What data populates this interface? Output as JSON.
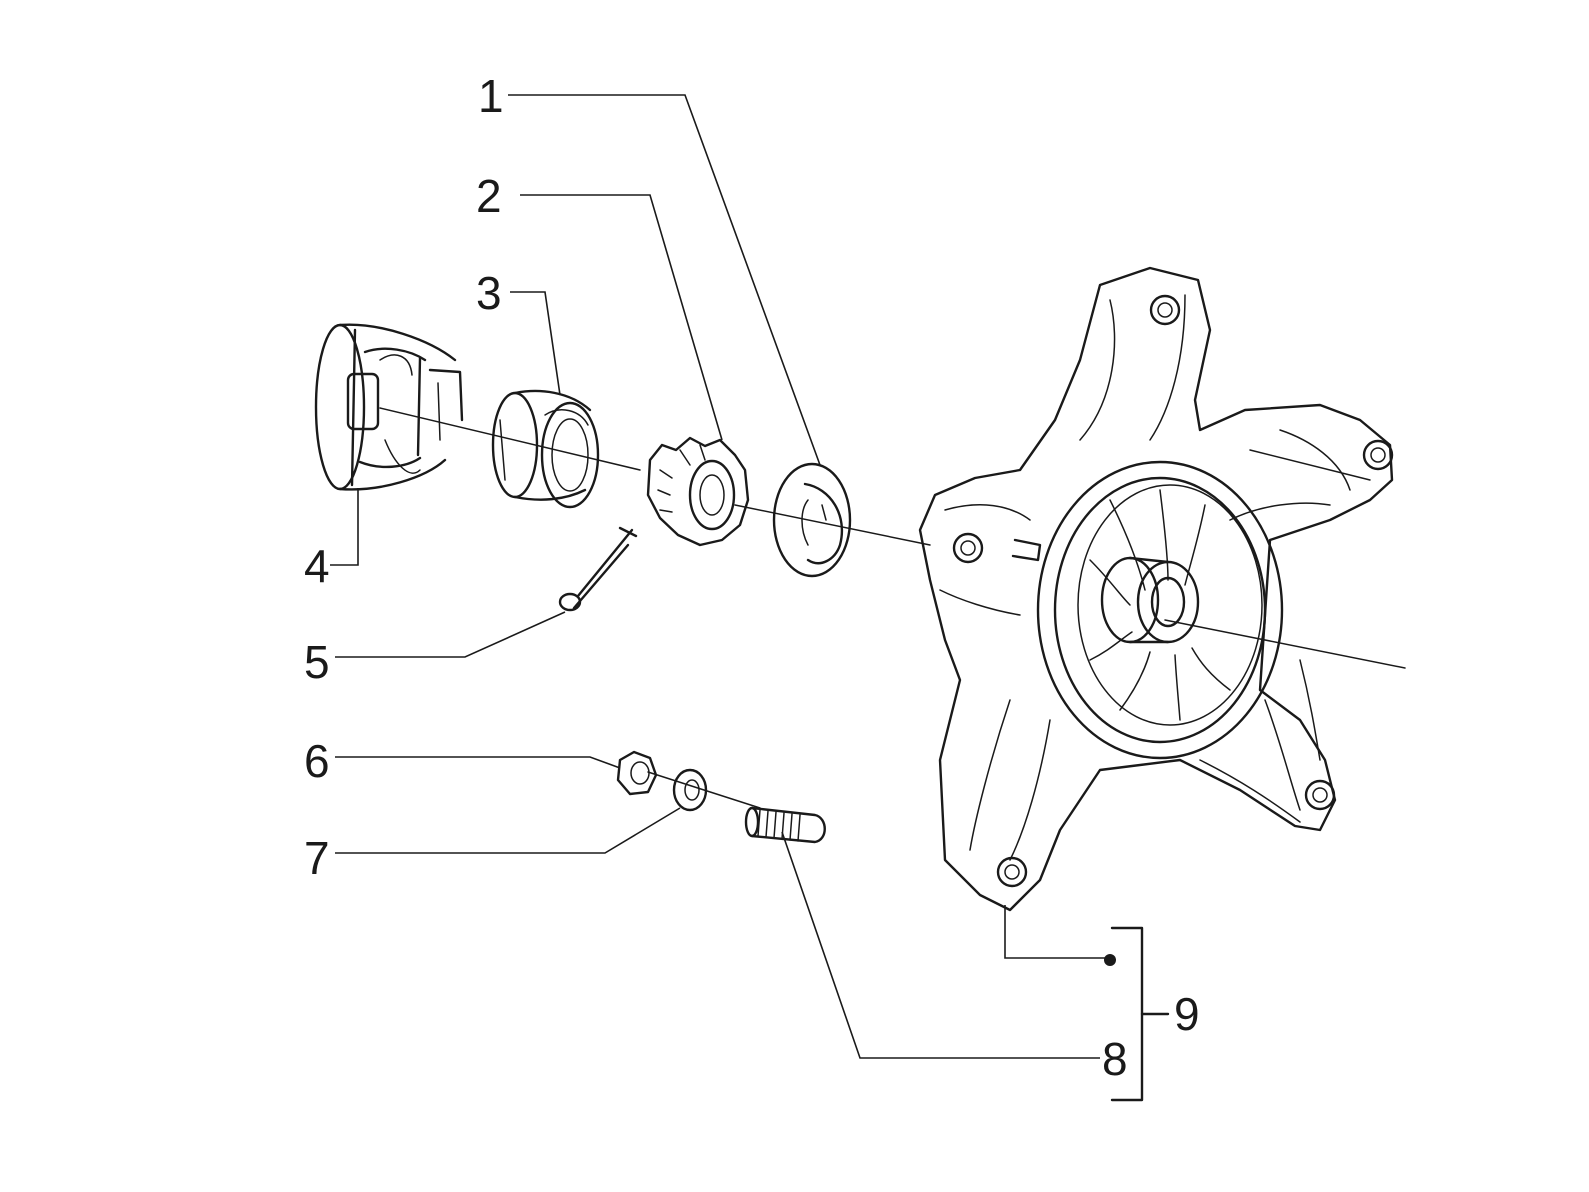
{
  "callouts": [
    {
      "id": "1",
      "text": "1"
    },
    {
      "id": "2",
      "text": "2"
    },
    {
      "id": "3",
      "text": "3"
    },
    {
      "id": "4",
      "text": "4"
    },
    {
      "id": "5",
      "text": "5"
    },
    {
      "id": "6",
      "text": "6"
    },
    {
      "id": "7",
      "text": "7"
    },
    {
      "id": "8",
      "text": "8"
    },
    {
      "id": "9",
      "text": "9"
    }
  ],
  "colors": {
    "ink": "#1a1a1a",
    "background": "#ffffff"
  }
}
